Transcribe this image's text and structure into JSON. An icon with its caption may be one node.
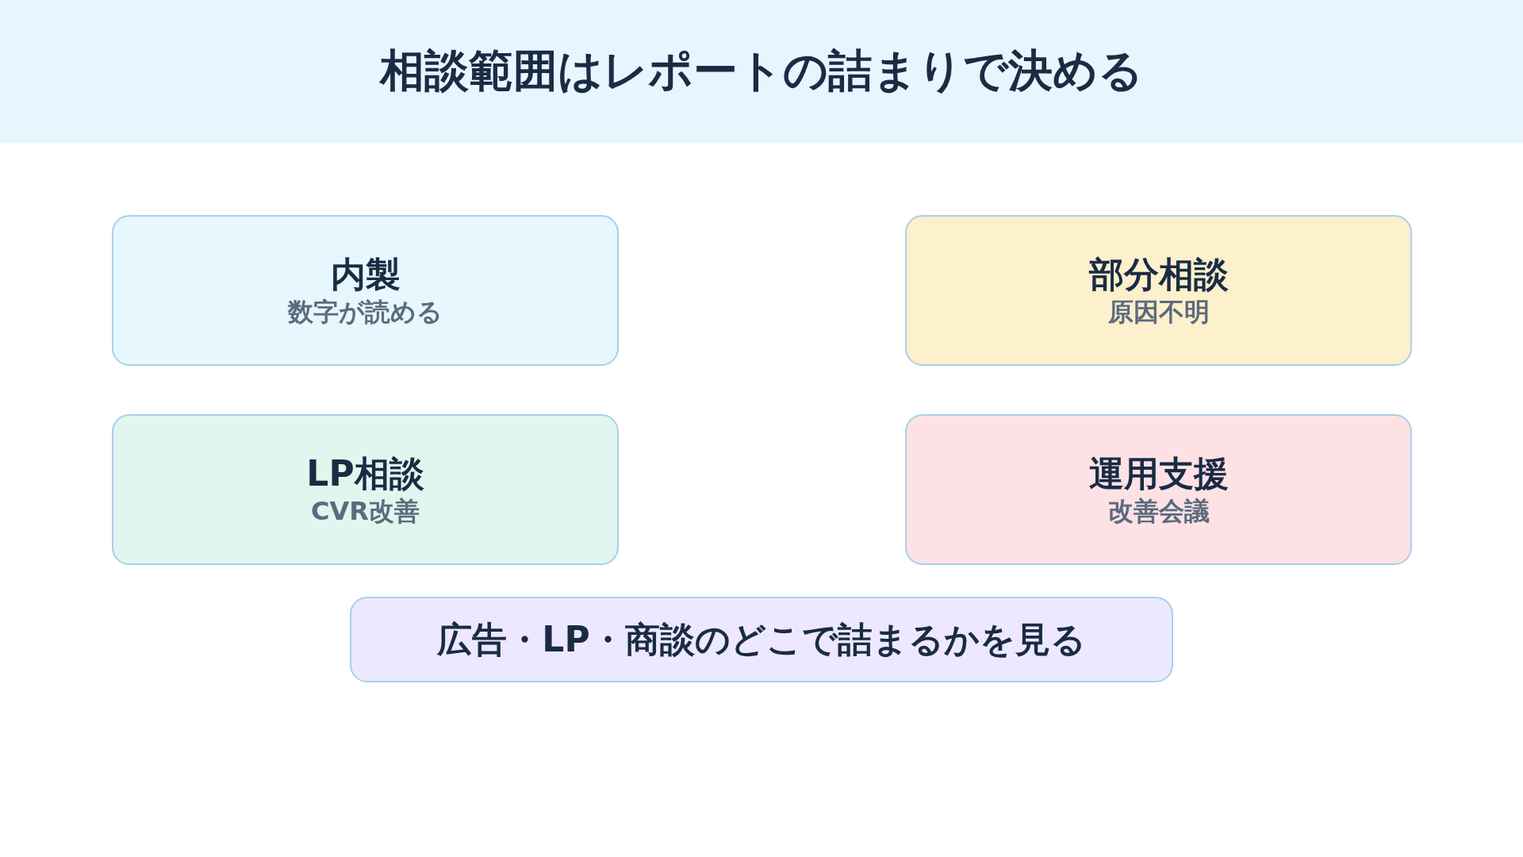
{
  "diagram": {
    "title": "相談範囲はレポートの詰まりで決める",
    "nodes": [
      {
        "text": [
          "内製",
          "数字が読める"
        ]
      },
      {
        "text": [
          "部分相談",
          "原因不明"
        ]
      },
      {
        "text": [
          "LP相談",
          "CVR改善"
        ]
      },
      {
        "text": [
          "運用支援",
          "改善会議"
        ]
      },
      {
        "text": [
          "広告・LP・商談のどこで詰まるかを見る"
        ]
      }
    ]
  }
}
